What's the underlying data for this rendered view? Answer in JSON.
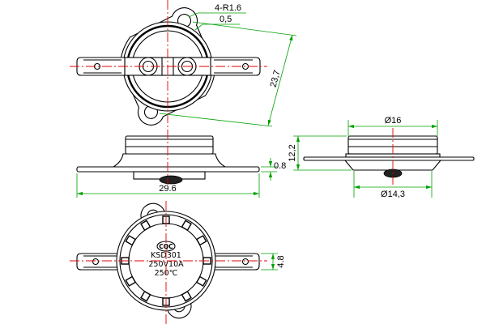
{
  "top_view": {
    "radius_callout": "4-R1.6",
    "thickness_callout": "0,5",
    "hole_spacing": "23,7"
  },
  "front_view": {
    "overall_length": "29.6",
    "plate_thickness": "0.8"
  },
  "side_view": {
    "top_diameter": "Ø16",
    "height": "12,2",
    "bottom_diameter": "Ø14,3"
  },
  "bottom_view": {
    "terminal_width": "4.8",
    "marking": {
      "logo": "CQC",
      "model": "KSD301",
      "rating": "250V10A",
      "temperature": "250℃"
    }
  },
  "colors": {
    "outline": "#000000",
    "dimension": "#00a000",
    "centerline": "#e60000"
  }
}
